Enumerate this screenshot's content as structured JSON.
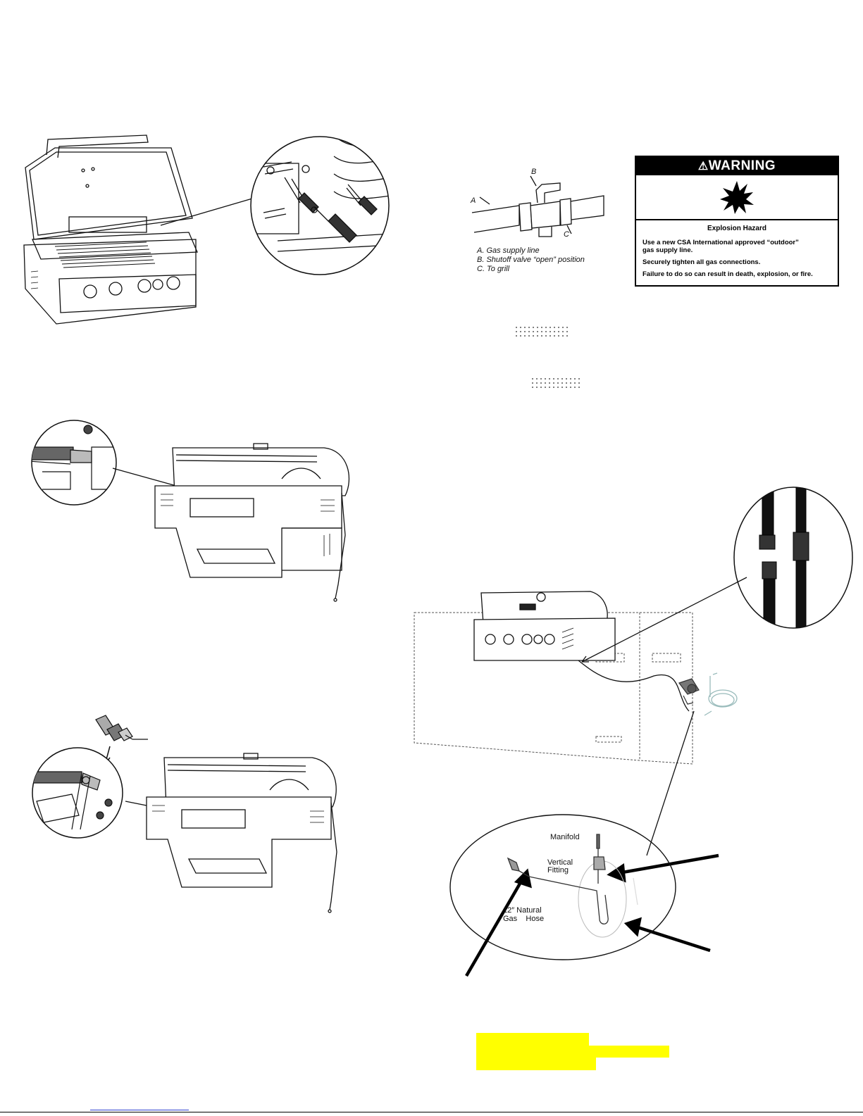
{
  "valve_diagram": {
    "label_a": "A",
    "label_b": "B",
    "label_c": "C",
    "captions": [
      "A. Gas supply line",
      "B. Shutoff valve “open” position",
      "C. To grill"
    ]
  },
  "warning": {
    "header": "WARNING",
    "title": "Explosion Hazard",
    "line1a": "Use a new CSA International approved “outdoor”",
    "line1b": "gas supply line.",
    "line2": "Securely tighten all gas connections.",
    "line3": "Failure to do so can result in death, explosion, or fire."
  },
  "connection_detail": {
    "manifold": "Manifold",
    "vertical_fitting_1": "Vertical",
    "vertical_fitting_2": "Fitting",
    "hose_label_1": "12″ Natural",
    "hose_label_2": "Gas    Hose"
  },
  "icons": [
    "warning-triangle-icon",
    "explosion-icon"
  ],
  "colors": {
    "highlight": "#ffff00",
    "link": "#2a3ecf"
  }
}
